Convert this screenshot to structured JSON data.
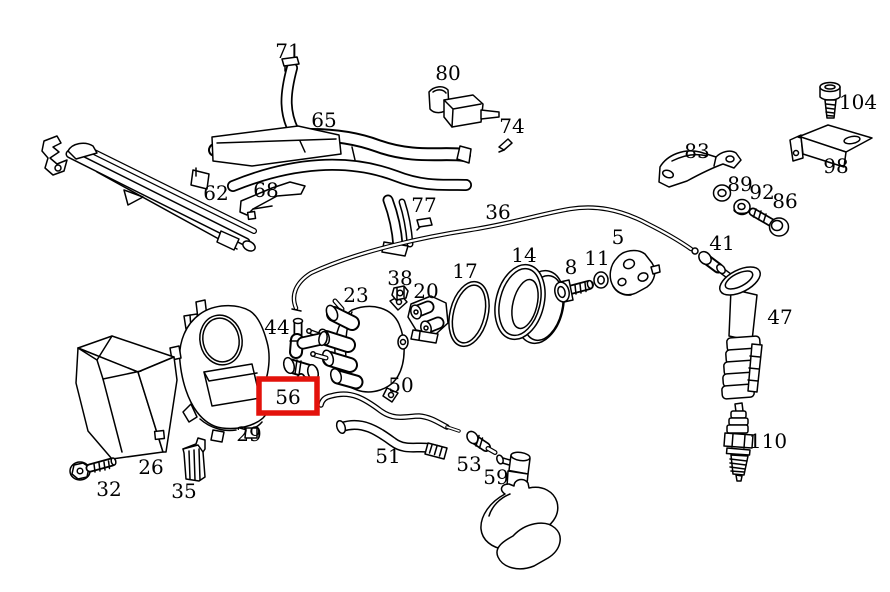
{
  "diagram": {
    "kind": "exploded-parts-diagram",
    "subject": "Engine ignition and vacuum component exploded parts drawing",
    "background_color": "#ffffff",
    "line_color": "#000000",
    "label_color": "#000000",
    "highlight": {
      "part": "56",
      "box_color": "#e3120b"
    },
    "parts": [
      {
        "label": "71",
        "highlighted": false
      },
      {
        "label": "65",
        "highlighted": false
      },
      {
        "label": "62",
        "highlighted": false
      },
      {
        "label": "68",
        "highlighted": false
      },
      {
        "label": "80",
        "highlighted": false
      },
      {
        "label": "74",
        "highlighted": false
      },
      {
        "label": "77",
        "highlighted": false
      },
      {
        "label": "36",
        "highlighted": false
      },
      {
        "label": "104",
        "highlighted": false
      },
      {
        "label": "98",
        "highlighted": false
      },
      {
        "label": "83",
        "highlighted": false
      },
      {
        "label": "89",
        "highlighted": false
      },
      {
        "label": "92",
        "highlighted": false
      },
      {
        "label": "86",
        "highlighted": false
      },
      {
        "label": "41",
        "highlighted": false
      },
      {
        "label": "47",
        "highlighted": false
      },
      {
        "label": "110",
        "highlighted": false
      },
      {
        "label": "5",
        "highlighted": false
      },
      {
        "label": "11",
        "highlighted": false
      },
      {
        "label": "8",
        "highlighted": false
      },
      {
        "label": "14",
        "highlighted": false
      },
      {
        "label": "17",
        "highlighted": false
      },
      {
        "label": "38",
        "highlighted": false
      },
      {
        "label": "20",
        "highlighted": false
      },
      {
        "label": "23",
        "highlighted": false
      },
      {
        "label": "44",
        "highlighted": false
      },
      {
        "label": "56",
        "highlighted": true
      },
      {
        "label": "29",
        "highlighted": false
      },
      {
        "label": "26",
        "highlighted": false
      },
      {
        "label": "32",
        "highlighted": false
      },
      {
        "label": "35",
        "highlighted": false
      },
      {
        "label": "50",
        "highlighted": false
      },
      {
        "label": "51",
        "highlighted": false
      },
      {
        "label": "53",
        "highlighted": false
      },
      {
        "label": "59",
        "highlighted": false
      }
    ]
  }
}
